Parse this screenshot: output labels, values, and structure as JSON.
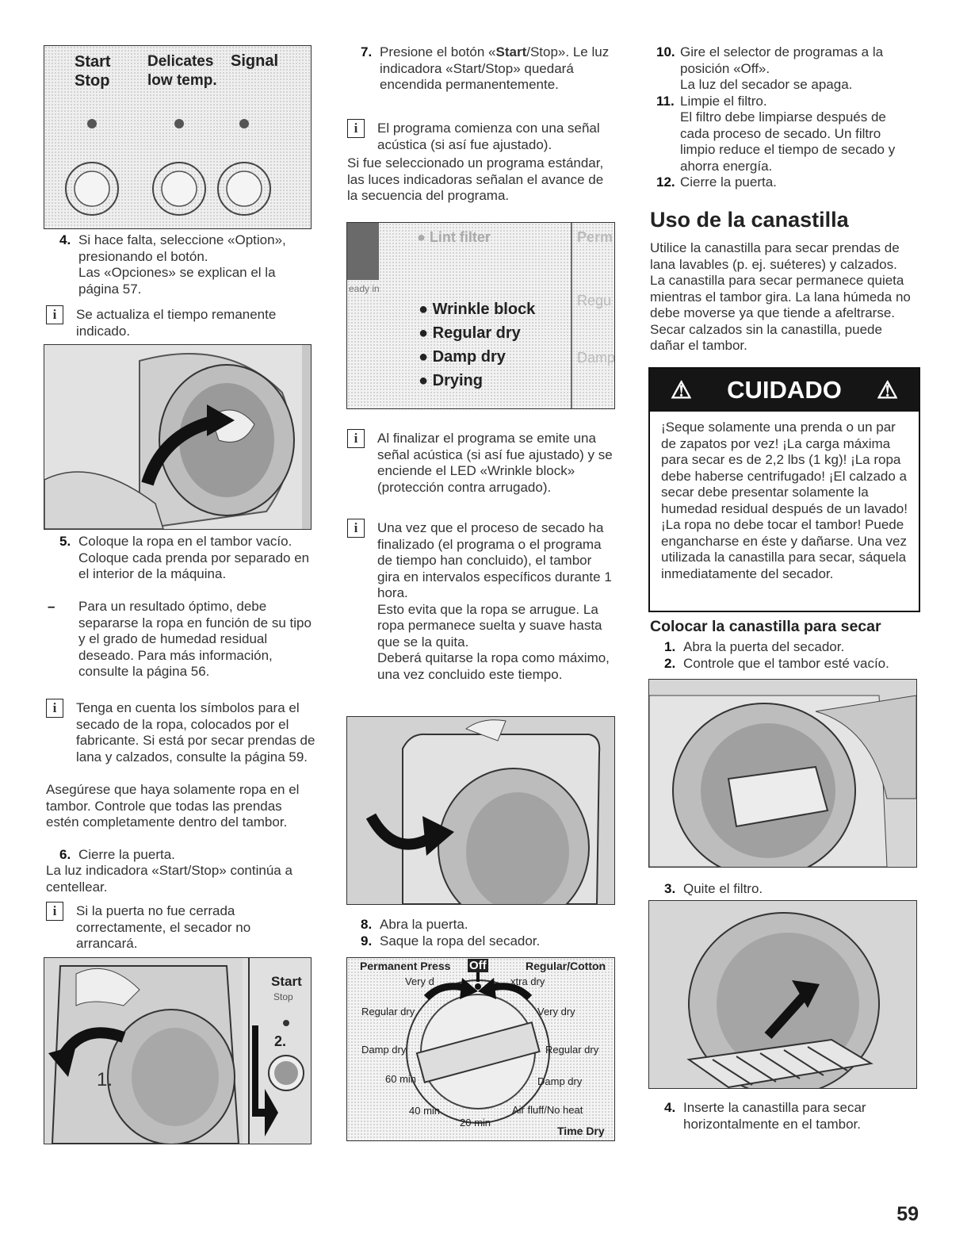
{
  "panel1": {
    "start": "Start",
    "stop": "Stop",
    "delicates": "Delicates",
    "low_temp": "low temp.",
    "signal": "Signal"
  },
  "col1": {
    "step4_num": "4.",
    "step4_text": "Si hace falta, seleccione «Option», presionando el botón.",
    "step4_text2": "Las «Opciones» se explican el la página 57.",
    "info1": "Se actualiza el tiempo remanente indicado.",
    "step5_num": "5.",
    "step5_text": "Coloque la ropa en el tambor vacío. Coloque cada prenda por separado en el interior de la máquina.",
    "dash": "–",
    "dash_text": "Para un resultado óptimo, debe separarse la ropa en función de su tipo y el grado de humedad residual deseado. Para más información, consulte la página 56.",
    "info2": "Tenga en cuenta los símbolos para el secado de la ropa, colocados por el fabricante. Si está por secar prendas de lana y calzados, consulte la página 59.",
    "para1": "Asegúrese que haya solamente ropa en el tambor. Controle que todas las prendas estén completamente dentro del tambor.",
    "step6_num": "6.",
    "step6_text": "Cierre la puerta.",
    "para2": "La luz indicadora «Start/Stop» continúa a centellear.",
    "info3": "Si la puerta no fue cerrada correctamente, el secador no arrancará.",
    "fig_start": "Start",
    "fig_stop": "Stop",
    "fig_num1": "1.",
    "fig_num2": "2."
  },
  "col2": {
    "step7_num": "7.",
    "step7_pre": "Presione el botón «",
    "step7_bold": "Start",
    "step7_post": "/Stop». Le luz indicadora «Start/Stop» quedará encendida permanentemente.",
    "info1": "El programa comienza con una señal acústica (si así fue ajustado).",
    "para1": "Si fue seleccionado un programa estándar, las luces indicadoras señalan el avance de la secuencia del programa.",
    "panel": {
      "lint": "Lint filter",
      "perm": "Perm",
      "ready": "eady in",
      "regu": "Regu",
      "damp_r": "Damp",
      "wrinkle": "Wrinkle block",
      "regular": "Regular dry",
      "damp": "Damp dry",
      "drying": "Drying"
    },
    "info2": "Al finalizar el programa se emite una señal acústica (si así fue ajustado) y se enciende el LED «Wrinkle block» (protección contra arrugado).",
    "info3": "Una vez que el proceso de secado ha finalizado (el programa o el programa de tiempo han concluido), el tambor gira en intervalos específicos durante 1 hora.",
    "info3b": "Esto evita que la ropa se arrugue. La ropa permanece suelta y suave hasta que se la quita.",
    "info3c": "Deberá quitarse la ropa como máximo, una vez concluido este tiempo.",
    "step8_num": "8.",
    "step8_text": "Abra la puerta.",
    "step9_num": "9.",
    "step9_text": "Saque la ropa del secador.",
    "dial": {
      "perm": "Permanent Press",
      "off": "Off",
      "regcot": "Regular/Cotton",
      "very_l": "Very d",
      "extra": "xtra dry",
      "regdry_l": "Regular dry",
      "verydry_r": "Very dry",
      "dampdry_l": "Damp dry",
      "regdry_r": "Regular dry",
      "min60": "60 min",
      "dampdry_r": "Damp dry",
      "min40": "40 min",
      "airfluff": "Air fluff/No heat",
      "min20": "20 min",
      "timedry": "Time Dry"
    }
  },
  "col3": {
    "step10_num": "10.",
    "step10_text": "Gire el selector de programas a la posición «Off».",
    "step10_text2": "La luz del secador se apaga.",
    "step11_num": "11.",
    "step11_text": "Limpie el filtro.",
    "step11_text2": "El filtro debe limpiarse después de cada proceso de secado. Un filtro limpio reduce el tiempo de secado y ahorra energía.",
    "step12_num": "12.",
    "step12_text": "Cierre la puerta.",
    "heading": "Uso de la canastilla",
    "para1": "Utilice la canastilla para secar prendas de lana lavables (p. ej. suéteres) y calzados. La canastilla para secar permanece quieta mientras el tambor gira. La lana húmeda no debe moverse ya que tiende a afeltrarse. Secar calzados sin la canastilla, puede dañar el tambor.",
    "caution": "CUIDADO",
    "caution_text": "¡Seque solamente una prenda o un par de zapatos por vez! ¡La carga máxima para secar es de 2,2 lbs (1 kg)! ¡La ropa debe haberse centrifugado! ¡El calzado a secar debe presentar solamente la humedad residual después de un lavado! ¡La ropa no debe tocar el tambor! Puede engancharse en éste y dañarse. Una vez utilizada la canastilla para secar, sáquela inmediatamente del secador.",
    "subheading": "Colocar la canastilla para secar",
    "s1_num": "1.",
    "s1_text": "Abra la puerta del secador.",
    "s2_num": "2.",
    "s2_text": "Controle que el tambor esté vacío.",
    "s3_num": "3.",
    "s3_text": "Quite el filtro.",
    "s4_num": "4.",
    "s4_text": "Inserte la canastilla para secar horizontalmente en el tambor."
  },
  "page_number": "59"
}
